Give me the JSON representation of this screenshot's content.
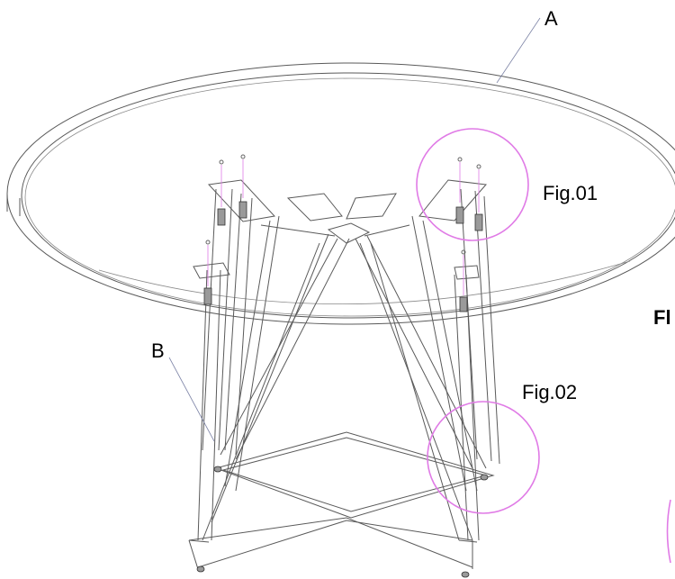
{
  "labels": {
    "part_a": "A",
    "part_b": "B",
    "fig_01": "Fig.01",
    "fig_02": "Fig.02",
    "edge_fragment": "Fl"
  },
  "colors": {
    "line": "#5a5a5a",
    "callout": "#e07be6",
    "leader": "#7f86a8"
  }
}
